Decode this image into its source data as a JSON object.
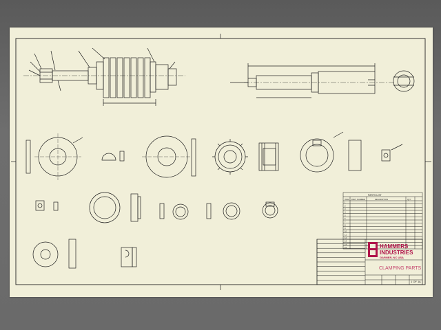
{
  "title_block": {
    "company_line1": "HAMMERS",
    "company_line2": "INDUSTRIES",
    "company_sub": "GARNER, NC USA",
    "drawing_title": "CLAMPING PARTS",
    "sheet": "1 OF 1",
    "rev": "A"
  },
  "parts_list": {
    "heading": "PARTS LIST",
    "columns": [
      "ITEM",
      "PART NUMBER",
      "DESCRIPTION",
      "QTY"
    ],
    "rows": [
      [
        "1",
        "",
        "",
        ""
      ],
      [
        "2",
        "",
        "",
        ""
      ],
      [
        "3",
        "",
        "",
        ""
      ],
      [
        "4",
        "",
        "",
        ""
      ],
      [
        "5",
        "",
        "",
        ""
      ],
      [
        "6",
        "",
        "",
        ""
      ],
      [
        "7",
        "",
        "",
        ""
      ],
      [
        "8",
        "",
        "",
        ""
      ],
      [
        "9",
        "",
        "",
        ""
      ],
      [
        "10",
        "",
        "",
        ""
      ],
      [
        "11",
        "",
        "",
        ""
      ],
      [
        "12",
        "",
        "",
        ""
      ],
      [
        "13",
        "",
        "",
        ""
      ],
      [
        "14",
        "",
        "",
        ""
      ],
      [
        "15",
        "",
        "",
        ""
      ]
    ]
  },
  "colors": {
    "background": "#666666",
    "paper": "#f1efd9",
    "ink": "#222222",
    "brand": "#b0154a"
  }
}
